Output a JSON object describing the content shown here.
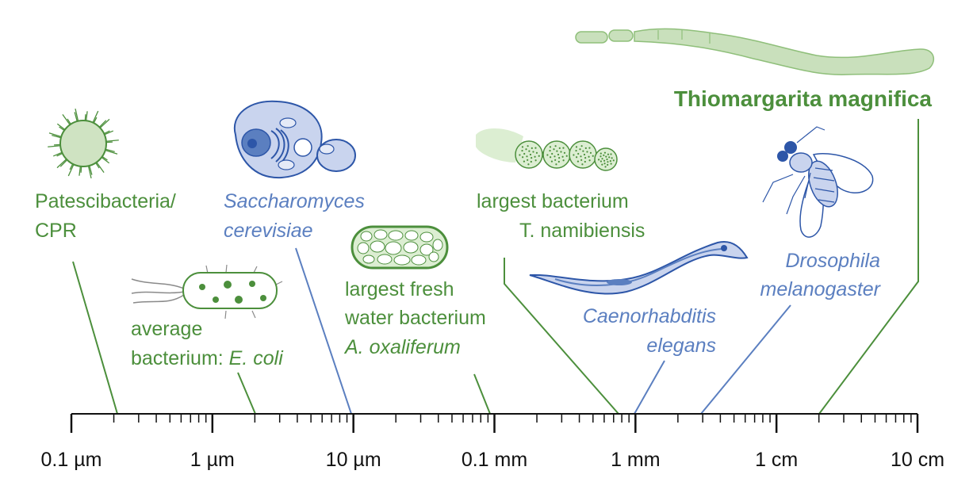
{
  "colors": {
    "green": "#4c8f3c",
    "blue": "#5b7fc0",
    "light_green": "#c9e0bc",
    "light_blue": "#c9d4ee",
    "dark_blue": "#2d56a8",
    "axis": "#111111"
  },
  "scale": {
    "type": "log",
    "unit_base": "m",
    "min": 1e-07,
    "max": 0.1,
    "tick_labels": [
      "0.1 µm",
      "1 µm",
      "10 µm",
      "0.1 mm",
      "1 mm",
      "1 cm",
      "10 cm"
    ],
    "minor_ticks_per_decade": 8
  },
  "organisms": [
    {
      "id": "cpr",
      "label_lines": [
        "Patescibacteria/",
        "CPR"
      ],
      "italic": false,
      "color": "green",
      "size_m": 2e-07,
      "icon": "spiky-round-cell-icon"
    },
    {
      "id": "ecoli",
      "label_lines": [
        "average",
        "bacterium: "
      ],
      "label_suffix_italic": "E. coli",
      "italic": false,
      "color": "green",
      "size_m": 2e-06,
      "icon": "rod-bacterium-icon"
    },
    {
      "id": "yeast",
      "label_lines": [
        "Saccharomyces",
        "cerevisiae"
      ],
      "italic": true,
      "color": "blue",
      "size_m": 1e-05,
      "icon": "yeast-cell-icon"
    },
    {
      "id": "oxaliferum",
      "label_lines": [
        "largest fresh",
        "water bacterium"
      ],
      "label_extra_italic": "A. oxaliferum",
      "italic": false,
      "color": "green",
      "size_m": 9e-05,
      "icon": "oval-vacuolated-cell-icon"
    },
    {
      "id": "namibiensis",
      "label_lines": [
        "largest bacterium",
        "T. namibiensis"
      ],
      "italic": false,
      "color": "green",
      "size_m": 0.00075,
      "icon": "cell-chain-icon"
    },
    {
      "id": "celegans",
      "label_lines": [
        "Caenorhabditis",
        "elegans"
      ],
      "italic": true,
      "color": "blue",
      "size_m": 0.001,
      "icon": "nematode-icon"
    },
    {
      "id": "drosophila",
      "label_lines": [
        "Drosophila",
        "melanogaster"
      ],
      "italic": true,
      "color": "blue",
      "size_m": 0.003,
      "icon": "fruit-fly-icon"
    },
    {
      "id": "thiomargarita",
      "label_lines": [
        "Thiomargarita magnifica"
      ],
      "italic": false,
      "bold": true,
      "color": "green",
      "size_m": 0.02,
      "icon": "long-filament-icon"
    }
  ]
}
